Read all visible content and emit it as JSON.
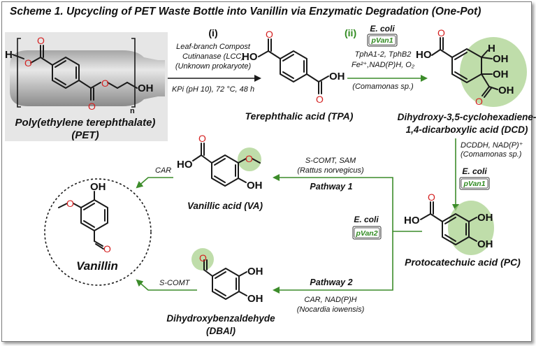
{
  "title": "Scheme 1. Upcycling of PET Waste Bottle into Vanillin via Enzymatic Degradation (One-Pot)",
  "colors": {
    "highlight": "#a9d18e",
    "arrow_green": "#3c8c2a",
    "atom_red": "#d42020",
    "step_ii": "#2f8a1f"
  },
  "pet": {
    "name_line1": "Poly(ethylene terephthalate)",
    "name_line2": "(PET)",
    "h_atom": "H",
    "o_atom": "O",
    "oh_atom": "OH",
    "n_label": "n",
    "o_ester_1": "O",
    "o_ester_2": "O"
  },
  "step_i": {
    "label": "(i)",
    "line1": "Leaf-branch Compost",
    "line2": "Cutinanase (LCC)",
    "line3": "(Unknown prokaryote)",
    "line4": "KPi (pH 10), 72 °C, 48 h"
  },
  "tpa": {
    "name": "Terephthalic acid (TPA)",
    "ho": "HO",
    "o_top": "O",
    "o_bottom": "O",
    "oh": "OH"
  },
  "step_ii": {
    "label": "(ii)",
    "host": "E. coli",
    "plasmid": "pVan1",
    "line1": "TphA1-2, TphB2",
    "line2": "Fe²⁺,NAD(P)H, O₂",
    "line3": "(Comamonas sp.)"
  },
  "dcd": {
    "name_line1": "Dihydroxy-3,5-cyclohexadiene-",
    "name_line2": "1,4-dicarboxylic acid (DCD)",
    "ho": "HO",
    "o": "O",
    "h": "H",
    "oh1": "OH",
    "oh2": "OH",
    "cooh": "OH",
    "o2": "O"
  },
  "step_dcd_pc": {
    "line1": "DCDDH, NAD(P)⁺",
    "line2": "(Comamonas sp.)",
    "host": "E. coli",
    "plasmid": "pVan1"
  },
  "pc": {
    "name": "Protocatechuic acid (PC)",
    "ho": "HO",
    "o": "O",
    "oh1": "OH",
    "oh2": "OH"
  },
  "pathway1": {
    "label": "Pathway 1",
    "line1": "S-COMT, SAM",
    "line2": "(Rattus norvegicus)"
  },
  "pathway2": {
    "label": "Pathway 2",
    "line1": "CAR, NAD(P)H",
    "line2": "(Nocardia iowensis)"
  },
  "branch": {
    "host": "E. coli",
    "plasmid": "pVan2"
  },
  "va": {
    "name": "Vanillic acid (VA)",
    "ho": "HO",
    "o": "O",
    "ome": "O",
    "oh": "OH"
  },
  "dbal": {
    "name_line1": "Dihydroxybenzaldehyde",
    "name_line2": "(DBAl)",
    "o": "O",
    "oh1": "OH",
    "oh2": "OH"
  },
  "step_va_van": {
    "label": "CAR"
  },
  "step_dbal_van": {
    "label": "S-COMT"
  },
  "vanillin": {
    "name": "Vanillin",
    "oh": "OH",
    "ome": "O",
    "o": "O"
  }
}
